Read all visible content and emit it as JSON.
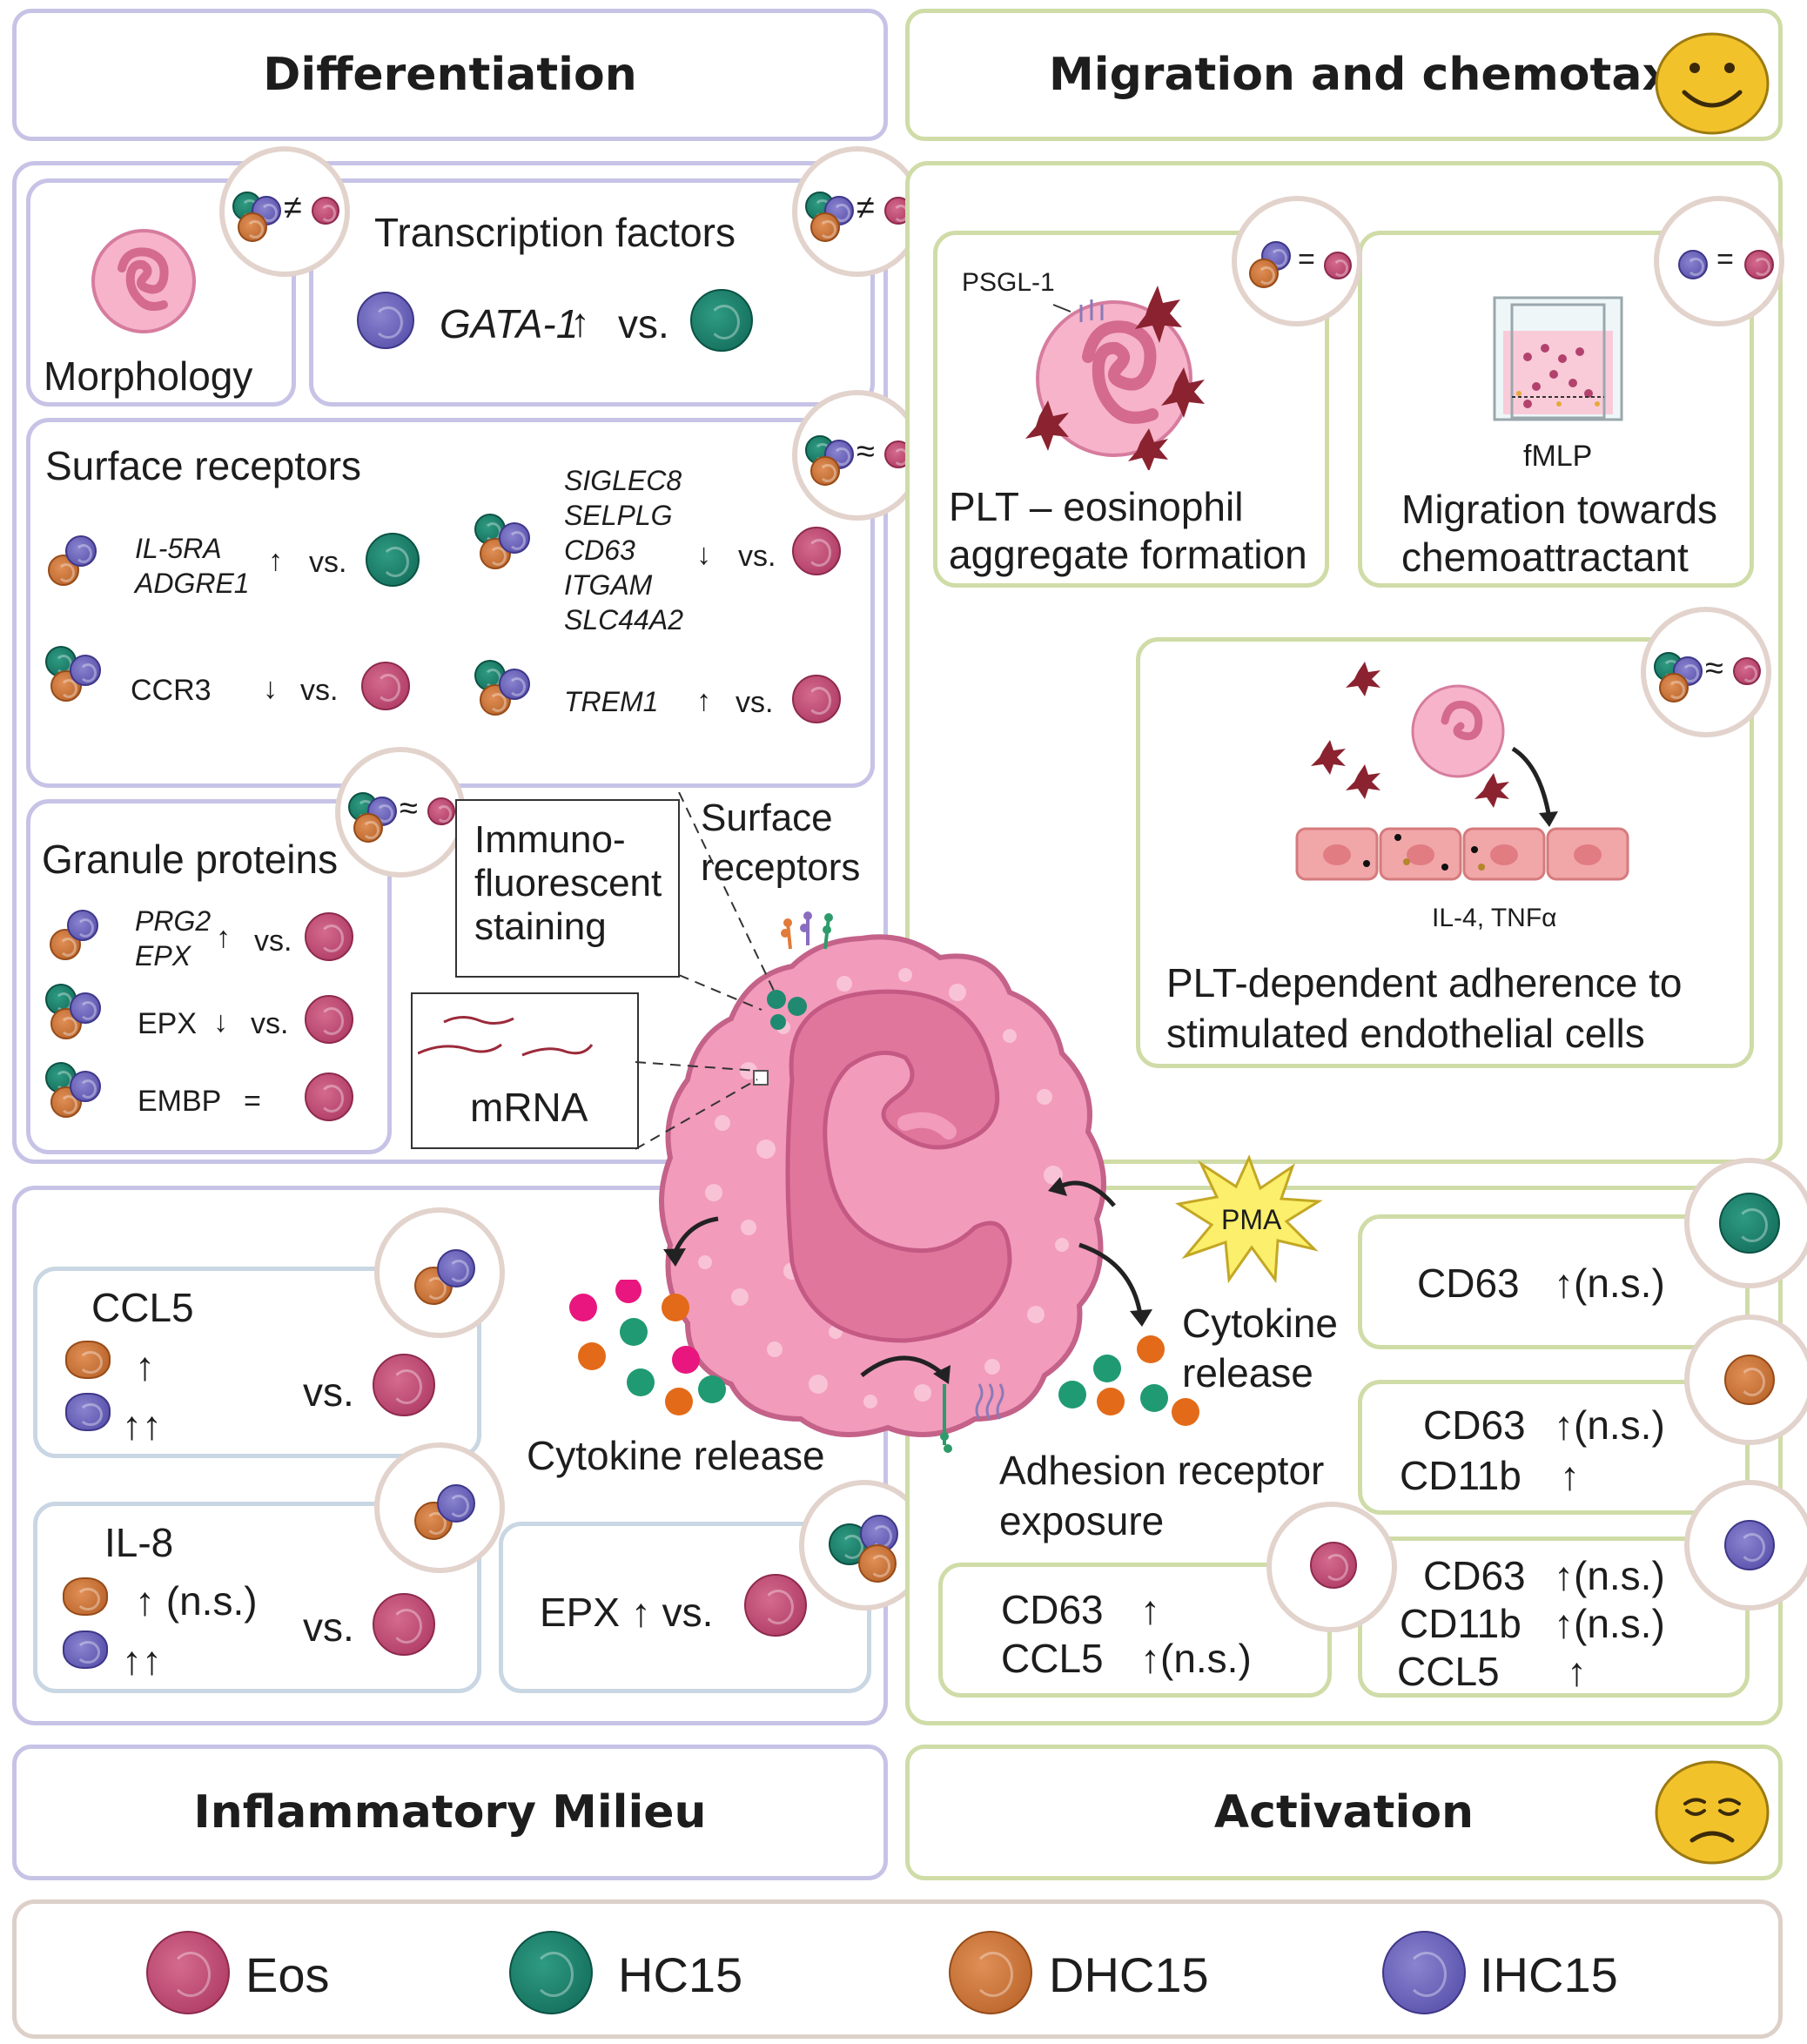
{
  "headers": {
    "differentiation": "Differentiation",
    "migration": "Migration and chemotaxis",
    "inflammatory": "Inflammatory Milieu",
    "activation": "Activation"
  },
  "differentiation": {
    "morphology": "Morphology",
    "transcription_title": "Transcription factors",
    "gata1": "GATA-1",
    "gata1_arrow": "↑",
    "vs": "vs.",
    "surface_title": "Surface receptors",
    "sr_group1_genes": [
      "IL-5RA",
      "ADGRE1"
    ],
    "sr_group1_arrow": "↑",
    "sr_group2_genes": [
      "SIGLEC8",
      "SELPLG",
      "CD63",
      "ITGAM",
      "SLC44A2"
    ],
    "sr_group2_arrow": "↓",
    "ccr3": "CCR3",
    "ccr3_arrow": "↓",
    "trem1": "TREM1",
    "trem1_arrow": "↑",
    "granule_title": "Granule proteins",
    "gp_genes": [
      "PRG2",
      "EPX"
    ],
    "gp_arrow": "↑",
    "epx": "EPX",
    "epx_arrow": "↓",
    "embp": "EMBP",
    "embp_eq": "="
  },
  "badges": {
    "neq": "≠",
    "approx": "≈",
    "eq": "="
  },
  "center": {
    "immuno": [
      "Immuno-",
      "fluorescent",
      "staining"
    ],
    "surface_receptors": [
      "Surface",
      "receptors"
    ],
    "mrna": "mRNA",
    "cytokine_release_left": "Cytokine release",
    "cytokine_release_right": [
      "Cytokine",
      "release"
    ],
    "adhesion": [
      "Adhesion receptor",
      "exposure"
    ],
    "pma": "PMA"
  },
  "migration": {
    "psgl1": "PSGL-1",
    "plt_agg": [
      "PLT – eosinophil",
      "aggregate formation"
    ],
    "fmlp": "fMLP",
    "migration_toward": [
      "Migration towards",
      "chemoattractant"
    ],
    "il4": "IL-4, TNFα",
    "adherence": [
      "PLT-dependent adherence to",
      "stimulated endothelial cells"
    ]
  },
  "inflammatory": {
    "ccl5": "CCL5",
    "il8": "IL-8",
    "up": "↑",
    "upup": "↑↑",
    "up_ns": "↑ (n.s.)",
    "vs": "vs.",
    "epx_line": "EPX ↑ vs."
  },
  "activation": {
    "hc_rows": [
      [
        "CD63",
        "↑(n.s.)"
      ]
    ],
    "dhc_rows": [
      [
        "CD63",
        "↑(n.s.)"
      ],
      [
        "CD11b",
        "↑"
      ]
    ],
    "eos_rows": [
      [
        "CD63",
        "↑"
      ],
      [
        "CCL5",
        "↑(n.s.)"
      ]
    ],
    "ihc_rows": [
      [
        "CD63",
        "↑(n.s.)"
      ],
      [
        "CD11b",
        "↑(n.s.)"
      ],
      [
        "CCL5",
        "↑"
      ]
    ]
  },
  "legend": [
    "Eos",
    "HC15",
    "DHC15",
    "IHC15"
  ],
  "colors": {
    "eos": "#a8325c",
    "hc15": "#0e6655",
    "dhc15": "#b35d22",
    "ihc15": "#4f47a5",
    "cell_pink": "#f2a3c0",
    "smiley": "#f2c22b"
  }
}
